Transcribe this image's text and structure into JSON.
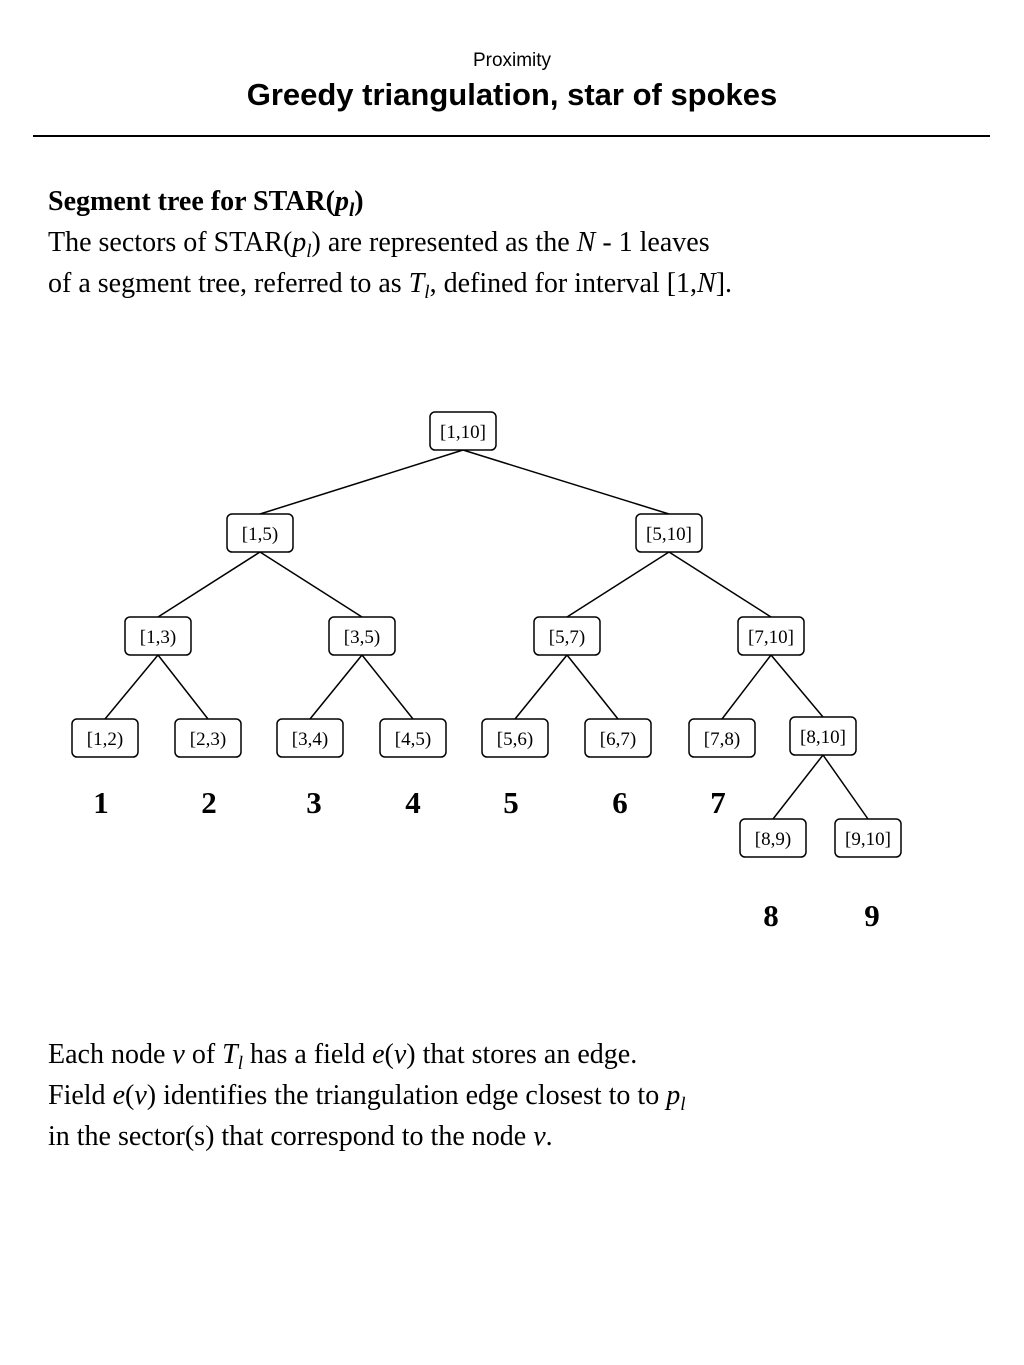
{
  "header": {
    "section": "Proximity",
    "title": "Greedy triangulation, star of spokes"
  },
  "intro": {
    "heading_main": "Segment tree for STAR(",
    "heading_var": "p",
    "heading_sub": "l",
    "heading_close": ")",
    "l1_a": "The sectors of STAR(",
    "l1_var": "p",
    "l1_sub": "l",
    "l1_b": ") are represented as the ",
    "l1_N": "N",
    "l1_c": " - 1 leaves",
    "l2_a": "of a segment tree, referred to as ",
    "l2_T": "T",
    "l2_sub": "l",
    "l2_b": ", defined for interval [1,",
    "l2_N": "N",
    "l2_c": "]."
  },
  "diagram": {
    "nodes": [
      {
        "id": "n1_10",
        "label": "[1,10]"
      },
      {
        "id": "n1_5",
        "label": "[1,5)"
      },
      {
        "id": "n5_10",
        "label": "[5,10]"
      },
      {
        "id": "n1_3",
        "label": "[1,3)"
      },
      {
        "id": "n3_5",
        "label": "[3,5)"
      },
      {
        "id": "n5_7",
        "label": "[5,7)"
      },
      {
        "id": "n7_10",
        "label": "[7,10]"
      },
      {
        "id": "n1_2",
        "label": "[1,2)"
      },
      {
        "id": "n2_3",
        "label": "[2,3)"
      },
      {
        "id": "n3_4",
        "label": "[3,4)"
      },
      {
        "id": "n4_5",
        "label": "[4,5)"
      },
      {
        "id": "n5_6",
        "label": "[5,6)"
      },
      {
        "id": "n6_7",
        "label": "[6,7)"
      },
      {
        "id": "n7_8",
        "label": "[7,8)"
      },
      {
        "id": "n8_10",
        "label": "[8,10]"
      },
      {
        "id": "n8_9",
        "label": "[8,9)"
      },
      {
        "id": "n9_10",
        "label": "[9,10]"
      }
    ],
    "edges": [
      [
        "n1_10",
        "n1_5"
      ],
      [
        "n1_10",
        "n5_10"
      ],
      [
        "n1_5",
        "n1_3"
      ],
      [
        "n1_5",
        "n3_5"
      ],
      [
        "n5_10",
        "n5_7"
      ],
      [
        "n5_10",
        "n7_10"
      ],
      [
        "n1_3",
        "n1_2"
      ],
      [
        "n1_3",
        "n2_3"
      ],
      [
        "n3_5",
        "n3_4"
      ],
      [
        "n3_5",
        "n4_5"
      ],
      [
        "n5_7",
        "n5_6"
      ],
      [
        "n5_7",
        "n6_7"
      ],
      [
        "n7_10",
        "n7_8"
      ],
      [
        "n7_10",
        "n8_10"
      ],
      [
        "n8_10",
        "n8_9"
      ],
      [
        "n8_10",
        "n9_10"
      ]
    ],
    "leaf_numbers": [
      {
        "leaf": "n1_2",
        "label": "1"
      },
      {
        "leaf": "n2_3",
        "label": "2"
      },
      {
        "leaf": "n3_4",
        "label": "3"
      },
      {
        "leaf": "n4_5",
        "label": "4"
      },
      {
        "leaf": "n5_6",
        "label": "5"
      },
      {
        "leaf": "n6_7",
        "label": "6"
      },
      {
        "leaf": "n7_8",
        "label": "7"
      },
      {
        "leaf": "n8_9",
        "label": "8"
      },
      {
        "leaf": "n9_10",
        "label": "9"
      }
    ]
  },
  "outro": {
    "l1_a": "Each node ",
    "l1_v": "v",
    "l1_b": " of ",
    "l1_T": "T",
    "l1_sub": "l",
    "l1_c": " has a field ",
    "l1_e": "e",
    "l1_d": "(",
    "l1_v2": "v",
    "l1_f": ") that stores an edge.",
    "l2_a": "Field ",
    "l2_e": "e",
    "l2_b": "(",
    "l2_v": "v",
    "l2_c": ") identifies the triangulation edge closest to to ",
    "l2_p": "p",
    "l2_sub": "l",
    "l3_a": "in the sector(s) that correspond to the node ",
    "l3_v": "v",
    "l3_b": "."
  }
}
